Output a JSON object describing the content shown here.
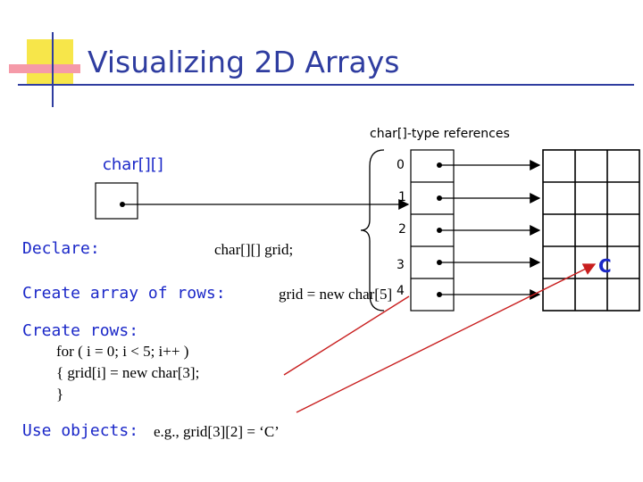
{
  "title": "Visualizing 2D Arrays",
  "diagram": {
    "refs_header": "char[]-type references",
    "top_label": "char[][]",
    "indices": [
      "0",
      "1",
      "2",
      "3",
      "4"
    ],
    "grid_value": "C",
    "sections": {
      "declare_label": "Declare:",
      "declare_code": "char[][] grid;",
      "create_rows_array_label": "Create array of rows:",
      "create_rows_array_code": "grid = new char[5]",
      "create_rows_label": "Create rows:",
      "create_rows_code": [
        "for ( i = 0; i < 5; i++ )",
        "{ grid[i] = new char[3];",
        "}"
      ],
      "use_label": "Use objects:",
      "use_code": "e.g.,  grid[3][2] = ‘C’"
    }
  },
  "colors": {
    "title": "#2f3da0",
    "label_blue": "#1a27c8",
    "accent_red": "#c81e1e",
    "deco_yellow": "#f7e64a",
    "deco_pink": "#f59aa8"
  }
}
